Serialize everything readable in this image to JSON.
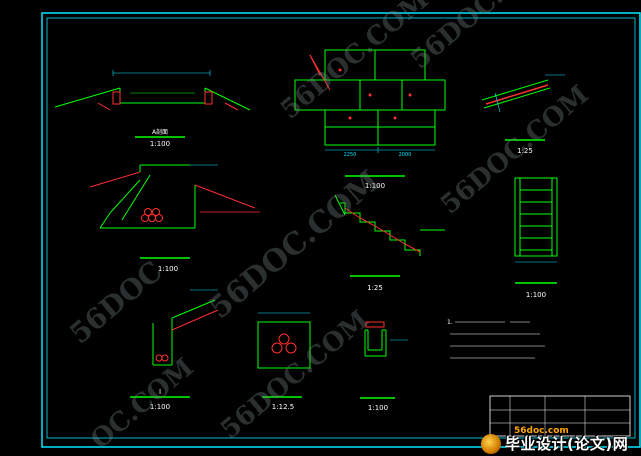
{
  "drawing": {
    "colors": {
      "frame": "#00e5ff",
      "lines": "#00ff00",
      "text": "#ffffff",
      "hatch": "#ff3030",
      "dim": "#00e5ff"
    },
    "views": [
      {
        "id": "view-a-section",
        "title": "A剖面",
        "scale": "1:100"
      },
      {
        "id": "view-b-section",
        "title": "",
        "scale": "1:100"
      },
      {
        "id": "view-i-section",
        "title": "I",
        "scale": "1:100"
      },
      {
        "id": "view-section-small",
        "title": "",
        "scale": "1:12.5"
      },
      {
        "id": "view-ditch",
        "title": "",
        "scale": "1:100"
      },
      {
        "id": "view-plan",
        "title": "",
        "scale": "1:100"
      },
      {
        "id": "view-steps",
        "title": "",
        "scale": "1:25"
      },
      {
        "id": "view-detail-top",
        "title": "",
        "scale": "1:25"
      },
      {
        "id": "view-ladder",
        "title": "",
        "scale": "1:100"
      }
    ],
    "plan_dims": [
      "2250",
      "2000"
    ],
    "notes_number_label": "1.",
    "title_block": {
      "label": ""
    }
  },
  "watermark": {
    "text": "56DOC.COM"
  },
  "footer": {
    "url": "56doc.com",
    "logo_text": "毕业设计(论文)网"
  }
}
